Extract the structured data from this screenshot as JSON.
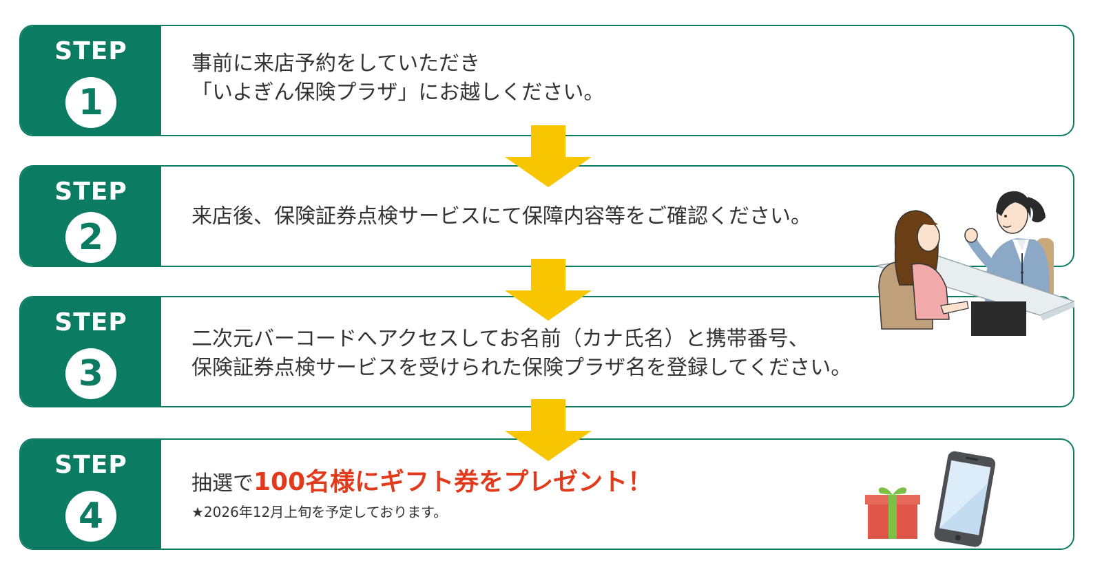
{
  "step_label": "STEP",
  "steps": [
    {
      "number": "1",
      "lines": [
        "事前に来店予約をしていただき",
        "「いよぎん保険プラザ」にお越しください。"
      ]
    },
    {
      "number": "2",
      "lines": [
        "来店後、保険証券点検サービスにて保障内容等をご確認ください。"
      ]
    },
    {
      "number": "3",
      "lines": [
        "二次元バーコードへアクセスしてお名前（カナ氏名）と携帯番号、",
        "保険証券点検サービスを受けられた保険プラザ名を登録してください。"
      ]
    },
    {
      "number": "4",
      "lead": "抽選で",
      "highlight": "100名様にギフト券をプレゼント！",
      "note": "★2026年12月上旬を予定しております。"
    }
  ],
  "colors": {
    "brand_green": "#0b7c62",
    "arrow_yellow": "#f7c600",
    "highlight_red": "#e23a1d"
  },
  "icons": [
    "down-arrow-icon",
    "consultation-illustration",
    "gift-box-icon",
    "smartphone-icon"
  ]
}
